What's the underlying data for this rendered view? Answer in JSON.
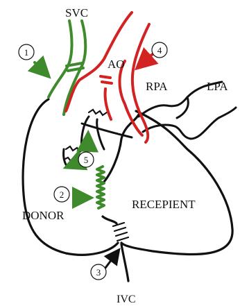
{
  "labels": {
    "svc": "SVC",
    "ao": "AO",
    "rpa": "RPA",
    "lpa": "LPA",
    "donor": "DONOR",
    "recipient": "RECEPIENT",
    "ivc": "IVC"
  },
  "markers": [
    "1",
    "2",
    "3",
    "4",
    "5"
  ],
  "colors": {
    "donor_vessel": "#3e8a2c",
    "aorta": "#d32222",
    "outline": "#111111"
  }
}
